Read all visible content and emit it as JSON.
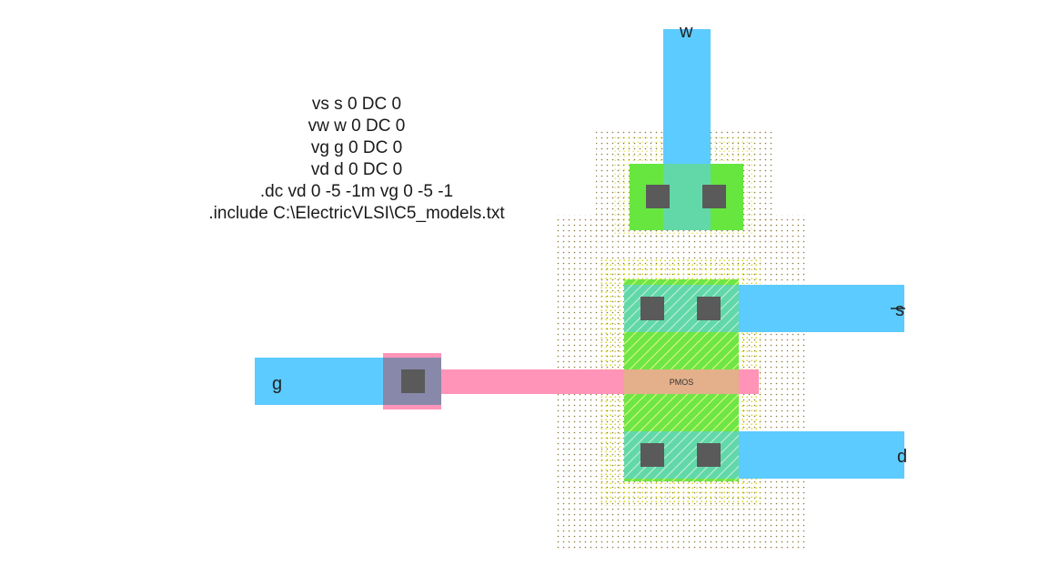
{
  "spice_deck": {
    "lines": [
      "vs s 0 DC 0",
      "vw w 0 DC 0",
      "vg g 0 DC 0",
      "vd d 0 DC 0",
      ".dc vd 0 -5 -1m vg 0 -5 -1",
      ".include C:\\ElectricVLSI\\C5_models.txt"
    ]
  },
  "ports": {
    "well": "w",
    "source": "s",
    "gate": "g",
    "drain": "d"
  },
  "transistor": {
    "type_label": "PMOS"
  },
  "colors": {
    "metal1": "#5ccbff",
    "poly": "#ff94b8",
    "active": "#66e63f",
    "contact": "#5a5a5a",
    "select_dots": "#c8c800",
    "well_dots": "#8c7a3a",
    "background": "#ffffff"
  }
}
